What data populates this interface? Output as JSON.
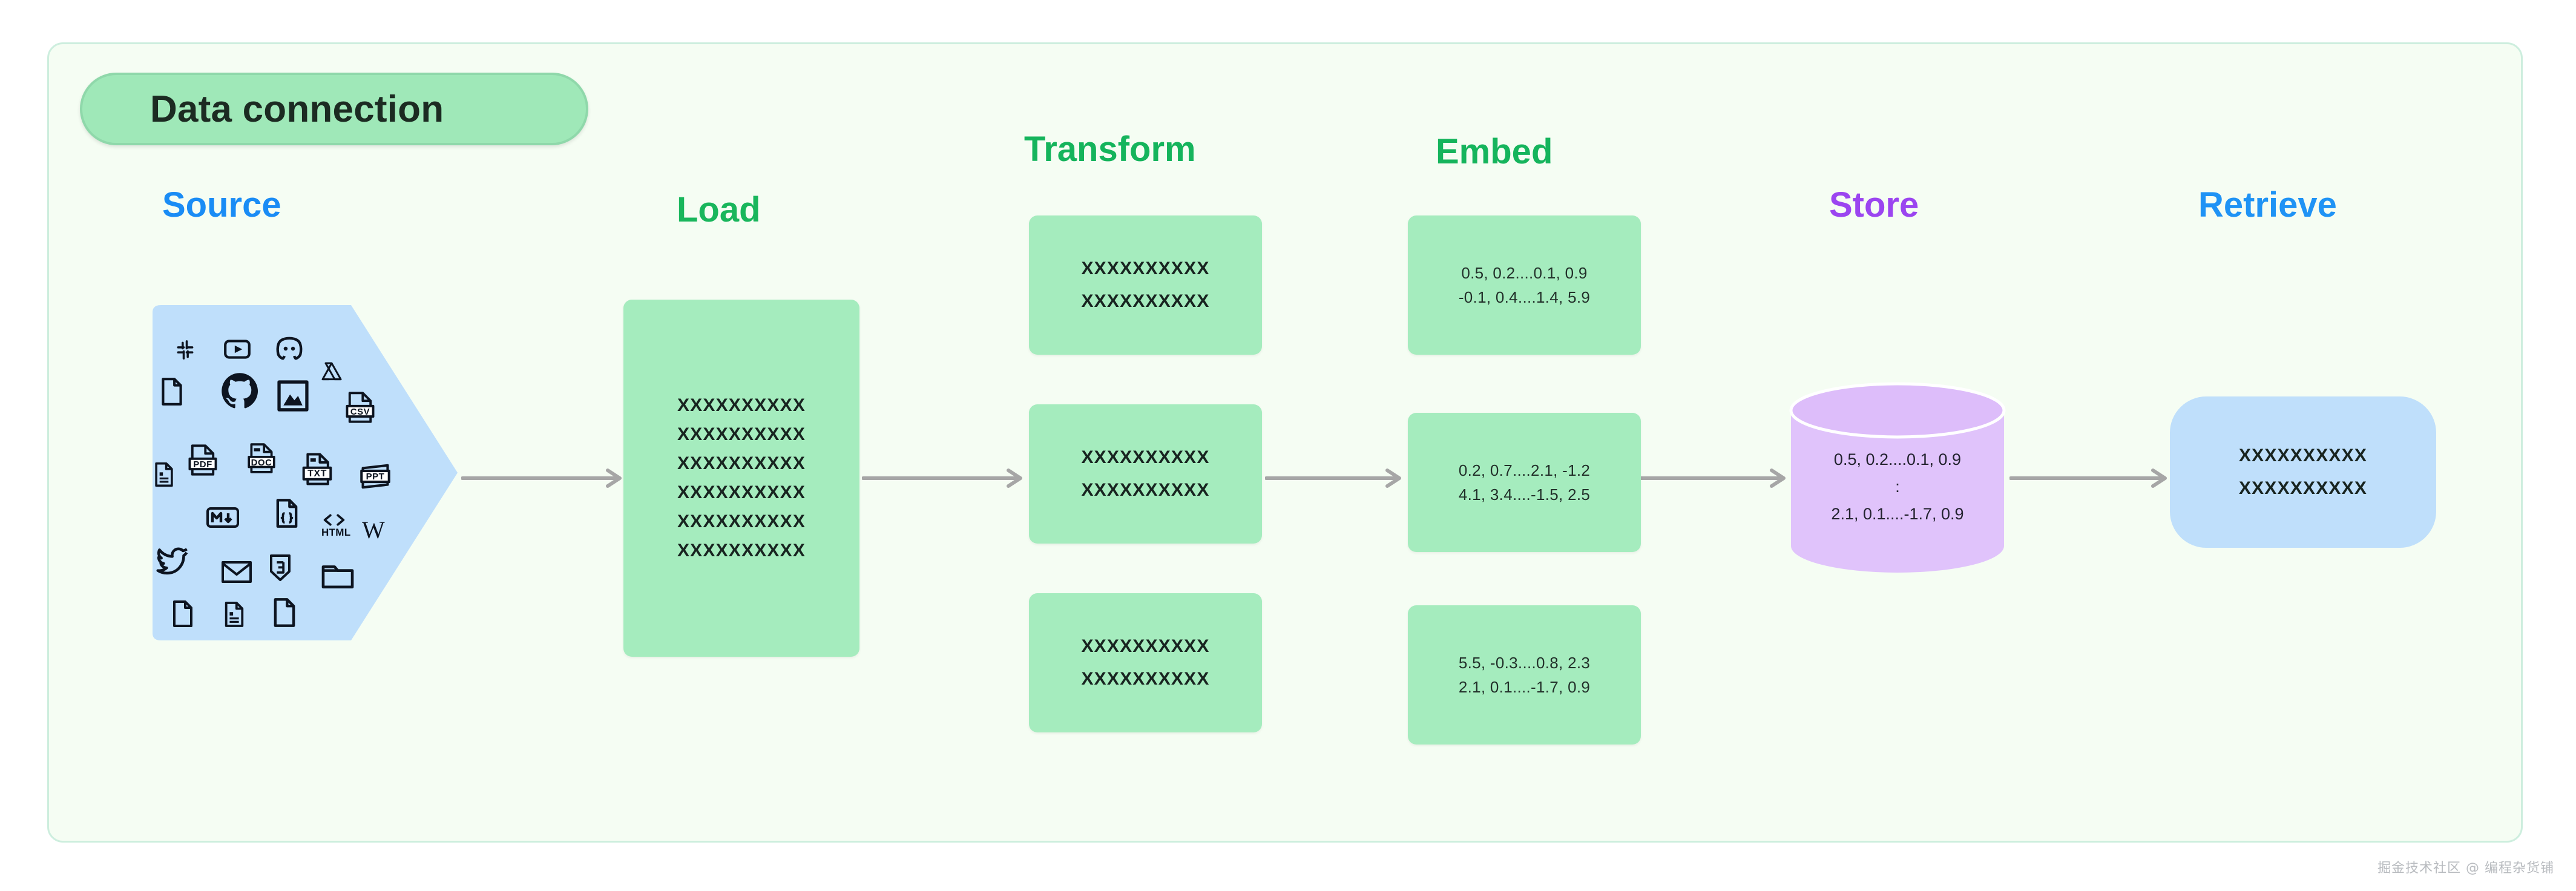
{
  "title": {
    "label": "Data connection"
  },
  "stages": [
    {
      "key": "source",
      "label": "Source",
      "color": "#1a8cf5"
    },
    {
      "key": "load",
      "label": "Load",
      "color": "#19b65c"
    },
    {
      "key": "transform",
      "label": "Transform",
      "color": "#15b45c"
    },
    {
      "key": "embed",
      "label": "Embed",
      "color": "#15b45c"
    },
    {
      "key": "store",
      "label": "Store",
      "color": "#9b45f0"
    },
    {
      "key": "retrieve",
      "label": "Retrieve",
      "color": "#1f93f5"
    }
  ],
  "source": {
    "shape_color": "#bfdffb",
    "icons": [
      "slack-icon",
      "youtube-icon",
      "discord-icon",
      "file-icon",
      "github-icon",
      "image-icon",
      "google-drive-icon",
      "csv-file-icon",
      "document-lines-icon",
      "pdf-file-icon",
      "doc-file-icon",
      "txt-file-icon",
      "ppt-file-icon",
      "markdown-icon",
      "json-file-icon",
      "html-icon",
      "wikipedia-icon",
      "twitter-icon",
      "email-icon",
      "css3-icon",
      "folder-icon",
      "file-blank-icon",
      "file-text-icon",
      "file-plain-icon"
    ]
  },
  "load": {
    "box_color": "#a5ecbe",
    "lines": [
      "XXXXXXXXXX",
      "XXXXXXXXXX",
      "XXXXXXXXXX",
      "XXXXXXXXXX",
      "XXXXXXXXXX",
      "XXXXXXXXXX"
    ]
  },
  "transform": {
    "box_color": "#a5ecbe",
    "chunks": [
      {
        "lines": [
          "XXXXXXXXXX",
          "XXXXXXXXXX"
        ]
      },
      {
        "lines": [
          "XXXXXXXXXX",
          "XXXXXXXXXX"
        ]
      },
      {
        "lines": [
          "XXXXXXXXXX",
          "XXXXXXXXXX"
        ]
      }
    ]
  },
  "embed": {
    "box_color": "#a5ecbe",
    "vectors": [
      {
        "lines": [
          "0.5, 0.2....0.1, 0.9",
          "-0.1, 0.4....1.4, 5.9"
        ]
      },
      {
        "lines": [
          "0.2, 0.7....2.1, -1.2",
          "4.1, 3.4....-1.5, 2.5"
        ]
      },
      {
        "lines": [
          "5.5, -0.3....0.8, 2.3",
          "2.1, 0.1....-1.7, 0.9"
        ]
      }
    ]
  },
  "store": {
    "cylinder_color": "#e0c3fb",
    "cylinder_top_color": "#ddbdfa",
    "lines": [
      "0.5, 0.2....0.1, 0.9",
      ":",
      "2.1, 0.1....-1.7, 0.9"
    ]
  },
  "retrieve": {
    "box_color": "#bfdffb",
    "lines": [
      "XXXXXXXXXX",
      "XXXXXXXXXX"
    ]
  },
  "arrows": {
    "color": "#a6a6a6",
    "count": 5
  },
  "watermark": {
    "text": "掘金技术社区 @ 编程杂货铺"
  }
}
